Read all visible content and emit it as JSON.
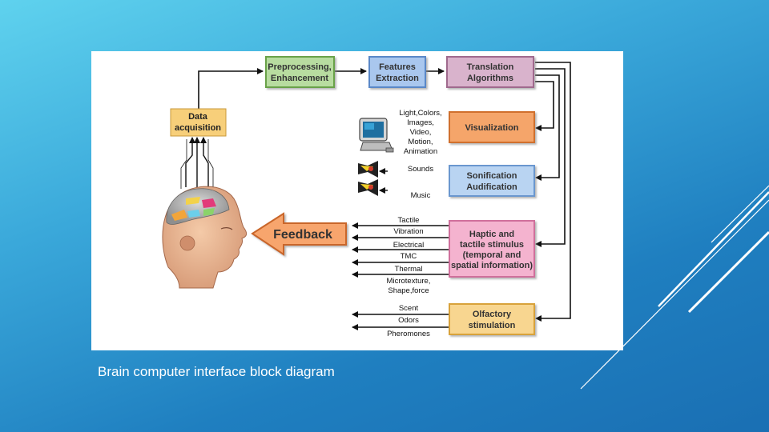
{
  "diagram": {
    "boxes": {
      "data_acquisition": [
        "Data",
        "acquisition"
      ],
      "preprocessing": [
        "Preprocessing,",
        "Enhancement"
      ],
      "features": [
        "Features",
        "Extraction"
      ],
      "translation": [
        "Translation",
        "Algorithms"
      ],
      "visualization": [
        "Visualization"
      ],
      "sonification": [
        "Sonification",
        "Audification"
      ],
      "haptic": [
        "Haptic and",
        "tactile stimulus",
        "(temporal and",
        "spatial information)"
      ],
      "olfactory": [
        "Olfactory",
        "stimulation"
      ],
      "feedback": "Feedback"
    },
    "visual_labels": [
      "Light,Colors,",
      "Images,",
      "Video,",
      "Motion,",
      "Animation"
    ],
    "sound_labels": [
      "Sounds",
      "Music"
    ],
    "haptic_labels": [
      "Tactile",
      "Vibration",
      "Electrical",
      "TMC",
      "Thermal",
      "Microtexture,",
      "Shape,force"
    ],
    "olfactory_labels": [
      "Scent",
      "Odors",
      "Pheromones"
    ],
    "colors": {
      "data_acquisition": "#f7cf7a",
      "preprocessing": "#b8dca0",
      "features": "#a9c7ee",
      "translation": "#d9b3cc",
      "visualization": "#f5a56b",
      "sonification": "#b9d4f2",
      "haptic": "#f4b3cf",
      "olfactory": "#f8d690",
      "feedback": "#f7a56d"
    }
  },
  "caption": "Brain computer interface block diagram"
}
